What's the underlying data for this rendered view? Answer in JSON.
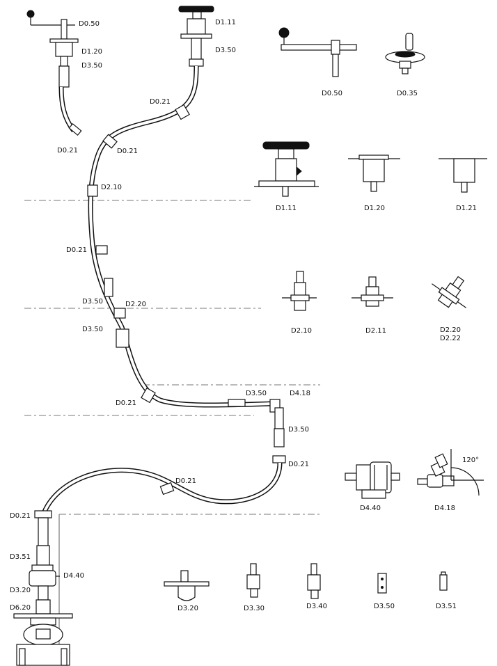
{
  "assembly_labels": {
    "handle_top": "D0.50",
    "handle_sleeve": "D1.20",
    "handle_coupling": "D3.50",
    "handle_cable_clamp": "D0.21",
    "wheel_top": "D1.11",
    "wheel_coupling": "D3.50",
    "clamp_upper": "D0.21",
    "clamp_mid": "D0.21",
    "joint_wall": "D2.10",
    "clamp_left": "D0.21",
    "coupling_a": "D3.50",
    "joint_slab": "D2.20",
    "coupling_b": "D3.50",
    "clamp_bottom": "D0.21",
    "coupling_c": "D3.50",
    "angle_gear": "D4.18",
    "coupling_d": "D3.50",
    "clamp_right": "D0.21",
    "clamp_long": "D0.21",
    "clamp_final": "D0.21",
    "coupling_final": "D3.51",
    "gearbox": "D4.40",
    "valve_adapter": "D3.20",
    "valve": "D6.20"
  },
  "component_labels": {
    "tee_handle": "D0.50",
    "crank_wheel": "D0.35",
    "handwheel_pedestal": "D1.11",
    "floor_sleeve_flanged": "D1.20",
    "floor_sleeve_plain": "D1.21",
    "wall_joint": "D2.10",
    "wall_joint_sleeve": "D2.11",
    "angled_joint_a": "D2.20",
    "angled_joint_b": "D2.22",
    "gearbox_detail": "D4.40",
    "angle_gear_detail": "D4.18",
    "angle_value": "120°",
    "adapter_bracket": "D3.20",
    "coupling_330": "D3.30",
    "coupling_340": "D3.40",
    "coupling_350": "D3.50",
    "coupling_351": "D3.51"
  }
}
